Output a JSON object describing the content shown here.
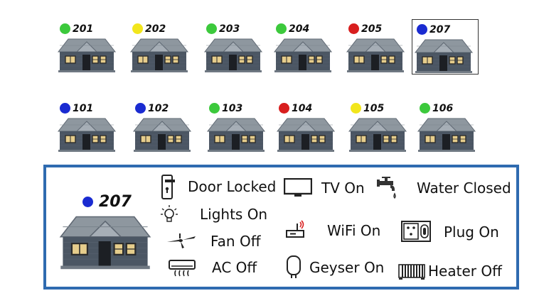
{
  "houses_top": [
    {
      "number": "201",
      "status_color": "#3cc93c"
    },
    {
      "number": "202",
      "status_color": "#f2e61c"
    },
    {
      "number": "203",
      "status_color": "#3cc93c"
    },
    {
      "number": "204",
      "status_color": "#3cc93c"
    },
    {
      "number": "205",
      "status_color": "#d81e1e"
    },
    {
      "number": "207",
      "status_color": "#1a2bd1",
      "selected": true
    }
  ],
  "houses_bottom": [
    {
      "number": "101",
      "status_color": "#1a2bd1"
    },
    {
      "number": "102",
      "status_color": "#1a2bd1"
    },
    {
      "number": "103",
      "status_color": "#3cc93c"
    },
    {
      "number": "104",
      "status_color": "#d81e1e"
    },
    {
      "number": "105",
      "status_color": "#f2e61c"
    },
    {
      "number": "106",
      "status_color": "#3cc93c"
    }
  ],
  "detail": {
    "number": "207",
    "status_color": "#1a2bd1",
    "devices": [
      {
        "icon": "door-lock-icon",
        "label": "Door Locked"
      },
      {
        "icon": "tv-icon",
        "label": "TV On"
      },
      {
        "icon": "water-tap-icon",
        "label": "Water Closed"
      },
      {
        "icon": "light-bulb-icon",
        "label": "Lights On"
      },
      {
        "icon": "wifi-router-icon",
        "label": "WiFi On"
      },
      {
        "icon": "power-plug-icon",
        "label": "Plug On"
      },
      {
        "icon": "ceiling-fan-icon",
        "label": "Fan Off"
      },
      {
        "icon": "air-conditioner-icon",
        "label": "AC Off"
      },
      {
        "icon": "water-heater-icon",
        "label": "Geyser On"
      },
      {
        "icon": "room-heater-icon",
        "label": "Heater Off"
      }
    ]
  },
  "colors": {
    "panel_border": "#2f6bb0",
    "house_wall": "#4c5866",
    "house_roof": "#8a939d",
    "window": "#e8cf8e"
  }
}
